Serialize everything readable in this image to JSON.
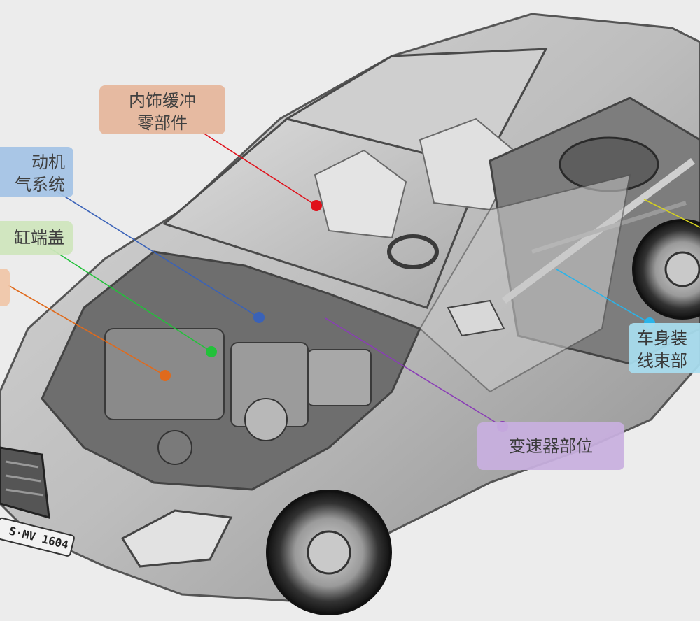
{
  "labels": {
    "interior": "内饰缓冲\n零部件",
    "engine": "动机\n气系统",
    "cover": "缸端盖",
    "body": "车身装\n线束部",
    "transmission": "变速器部位"
  },
  "colors": {
    "interior": "#e6b79c",
    "engine": "#a5c4e6",
    "cover": "#cfe6bd",
    "orange": "#f0c6a8",
    "body": "#a9def0",
    "transmission": "#c9b0e0",
    "red": "#e0101a",
    "blue": "#3a62b8",
    "green": "#22c13a",
    "orange_dot": "#e06a1c",
    "cyan": "#2ab4ea",
    "purple": "#8a3db6",
    "yellow": "#d4d020"
  },
  "image": {
    "license_plate": "S·MV 1604"
  }
}
